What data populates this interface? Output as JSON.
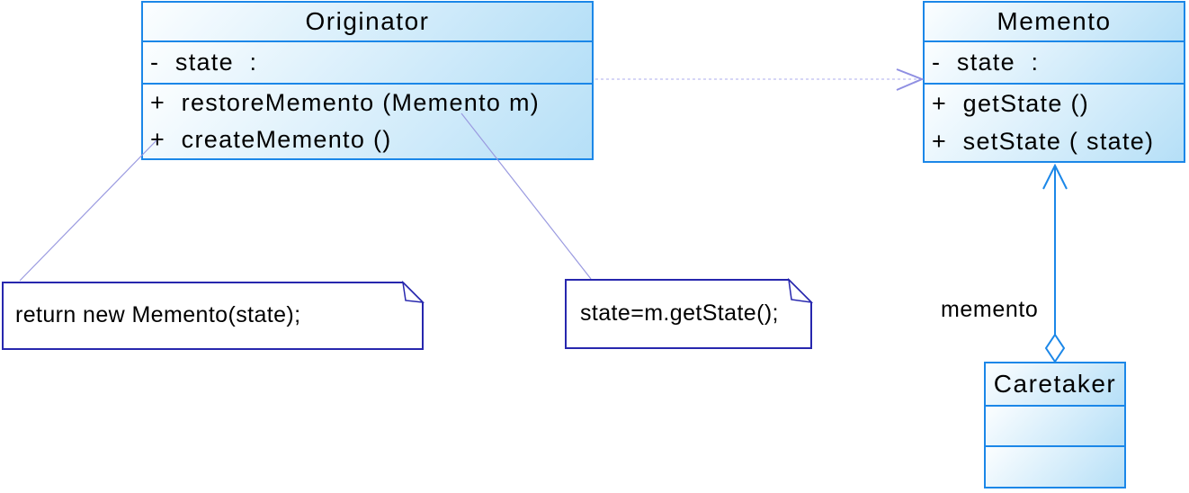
{
  "classes": {
    "originator": {
      "name": "Originator",
      "attributes": [
        "-  state  :"
      ],
      "methods": [
        "+  restoreMemento (Memento m)",
        "+  createMemento ()"
      ]
    },
    "memento": {
      "name": "Memento",
      "attributes": [
        "-  state  :"
      ],
      "methods": [
        "+  getState ()",
        "+  setState ( state)"
      ]
    },
    "caretaker": {
      "name": "Caretaker",
      "attributes": [],
      "methods": []
    }
  },
  "notes": {
    "create_note": {
      "text": "return new Memento(state);"
    },
    "restore_note": {
      "text": "state=m.getState();"
    }
  },
  "labels": {
    "aggregation_role": "memento"
  },
  "relationships": [
    {
      "type": "dependency",
      "from": "Originator",
      "to": "Memento",
      "style": "dashed-open-arrow"
    },
    {
      "type": "aggregation",
      "from": "Caretaker",
      "to": "Memento",
      "label": "memento",
      "style": "hollow-diamond-with-open-arrow"
    },
    {
      "type": "note-anchor",
      "from": "Originator.createMemento",
      "to": "create_note"
    },
    {
      "type": "note-anchor",
      "from": "Originator.restoreMemento",
      "to": "restore_note"
    }
  ],
  "colors": {
    "class_border": "#1b87e8",
    "class_fill_light": "#fcfeff",
    "class_fill_dark": "#b5dff7",
    "note_border": "#2727ae",
    "note_fill": "#ffffff",
    "dependency_line": "#c8c8f4",
    "dependency_arrow": "#8f8fe2",
    "anchor_line": "#9a9ae0",
    "association_line": "#1b87e8",
    "label_text": "#000000"
  }
}
